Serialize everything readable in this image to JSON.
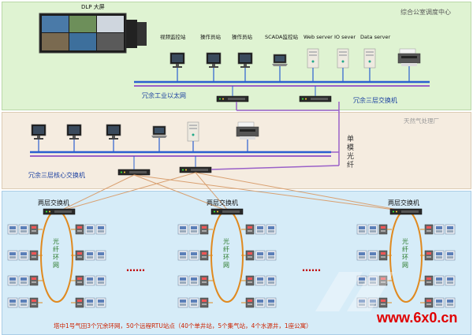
{
  "top_zone": {
    "title": "综合公室调度中心",
    "dlp_label": "DLP 大屏",
    "stations": [
      "视频监控站",
      "操作员站",
      "操作员站",
      "SCADA监控站",
      "Web server",
      "IO sever",
      "Data server"
    ],
    "network_label": "冗余工业以太网",
    "switch_label": "冗余三层交换机"
  },
  "mid_zone": {
    "title": "天然气处理厂",
    "fiber_label": "单模光纤",
    "core_switch_label": "冗余三层核心交换机"
  },
  "bottom_zone": {
    "ring_switch_labels": [
      "两层交换机",
      "两层交换机",
      "两层交换机"
    ],
    "ring_label": "光纤环网",
    "ellipsis": "……",
    "caption": "塔中1号气田3个冗余环网，50个远程RTU站点（40个单井站，5个集气站，4个水源井，1座公寓）"
  },
  "watermark": "www.6x0.cn",
  "colors": {
    "top_bg": "#dff3d2",
    "mid_bg": "#f5ece0",
    "bottom_bg": "#d6ecf8",
    "bus_blue": "#2b5fd0",
    "bus_purple": "#9a60c8",
    "caption_red": "#cc2200",
    "watermark_red": "#e00000"
  }
}
